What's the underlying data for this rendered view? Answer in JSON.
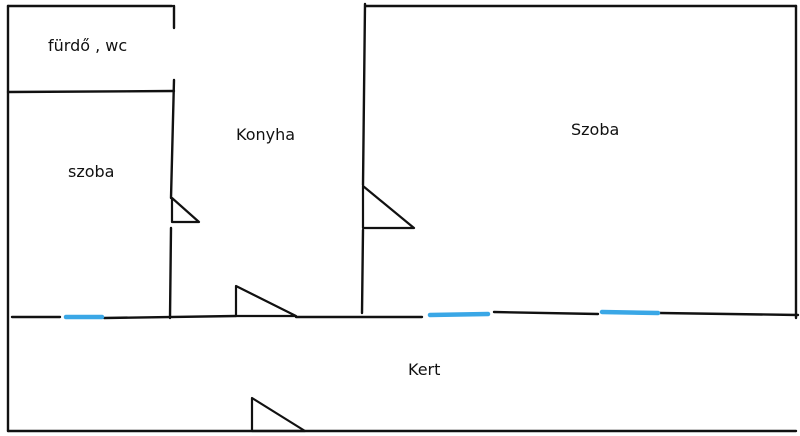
{
  "plan": {
    "line_color": "#111111",
    "window_color": "#3aa7e6",
    "rooms": {
      "bath": "fürdő , wc",
      "small_room": "szoba",
      "kitchen": "Konyha",
      "large_room": "Szoba",
      "garden": "Kert"
    }
  }
}
